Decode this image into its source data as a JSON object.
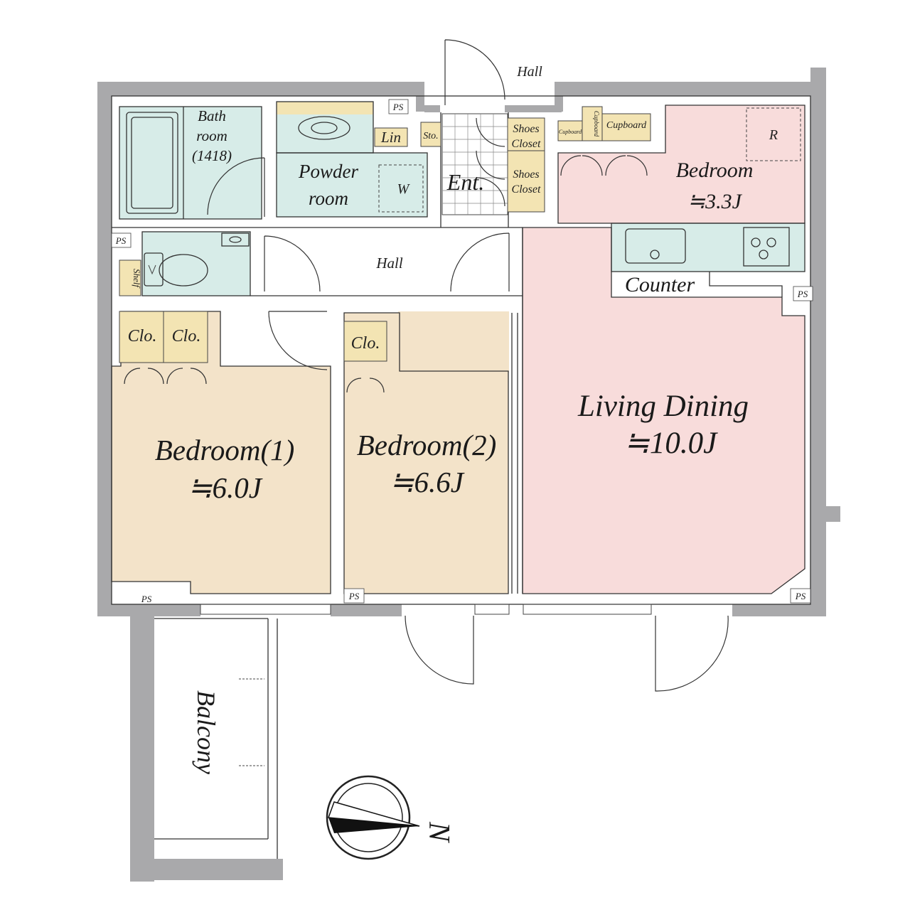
{
  "colors": {
    "wall": "#a9a9ab",
    "bedroom_beige": "#f3e3c9",
    "living_pink": "#f8dcdb",
    "wet_teal": "#d7ece8",
    "closet_yellow": "#f3e4b3"
  },
  "rooms": {
    "bathroom": {
      "line1": "Bath",
      "line2": "room",
      "line3": "(1418)"
    },
    "powder": {
      "line1": "Powder",
      "line2": "room",
      "washer": "W"
    },
    "linen": "Lin",
    "storage": "Sto.",
    "entrance": "Ent.",
    "shoes_closet_1": {
      "line1": "Shoes",
      "line2": "Closet"
    },
    "shoes_closet_2": {
      "line1": "Shoes",
      "line2": "Closet"
    },
    "hall_inner": "Hall",
    "hall_outer": "Hall",
    "shelf": "Shelf",
    "bedroom_small": {
      "name": "Bedroom",
      "size": "≒3.3J"
    },
    "cupboard_small": "Cupboard",
    "cupboard_vertical": "Cupboard",
    "cupboard": "Cupboard",
    "fridge": "R",
    "counter": "Counter",
    "bedroom1": {
      "name": "Bedroom(1)",
      "size": "≒6.0J",
      "closet_a": "Clo.",
      "closet_b": "Clo."
    },
    "bedroom2": {
      "name": "Bedroom(2)",
      "size": "≒6.6J",
      "closet": "Clo."
    },
    "living": {
      "name": "Living Dining",
      "size": "≒10.0J"
    },
    "balcony": "Balcony"
  },
  "pipe_spaces": [
    "PS",
    "PS",
    "PS",
    "PS",
    "PS",
    "PS"
  ],
  "compass": {
    "label": "N"
  }
}
